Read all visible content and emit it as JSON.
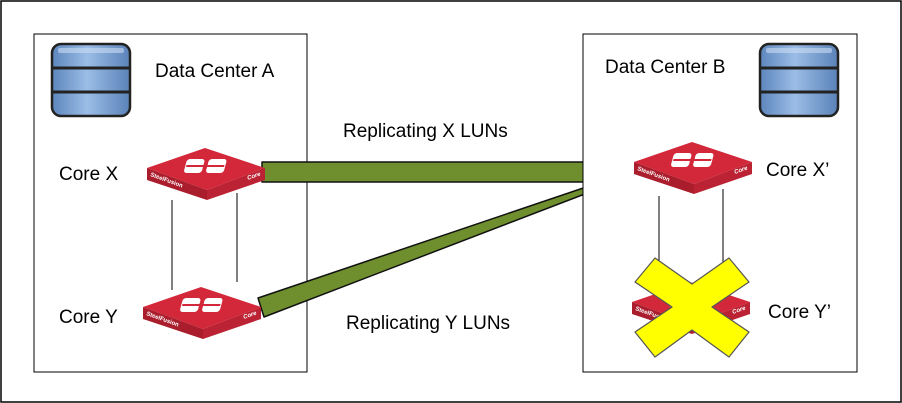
{
  "data_center_a": {
    "title": "Data Center A",
    "core_x_label": "Core X",
    "core_y_label": "Core Y"
  },
  "data_center_b": {
    "title": "Data Center B",
    "core_x_label": "Core X’",
    "core_y_label": "Core Y’",
    "core_y_status": "failed"
  },
  "links": {
    "x_label": "Replicating X LUNs",
    "y_label": "Replicating Y LUNs"
  },
  "appliance": {
    "brand": "SteelFusion",
    "type": "Core",
    "icon": "steelfusion-core-appliance-icon"
  },
  "storage_icon": "database-icon",
  "failure_icon": "x-mark-icon",
  "colors": {
    "appliance": "#d3283a",
    "appliance_dark": "#a91d2c",
    "arrow": "#6f8f2e",
    "database": "#7fa6d6",
    "failure_mark": "#ffff00"
  }
}
